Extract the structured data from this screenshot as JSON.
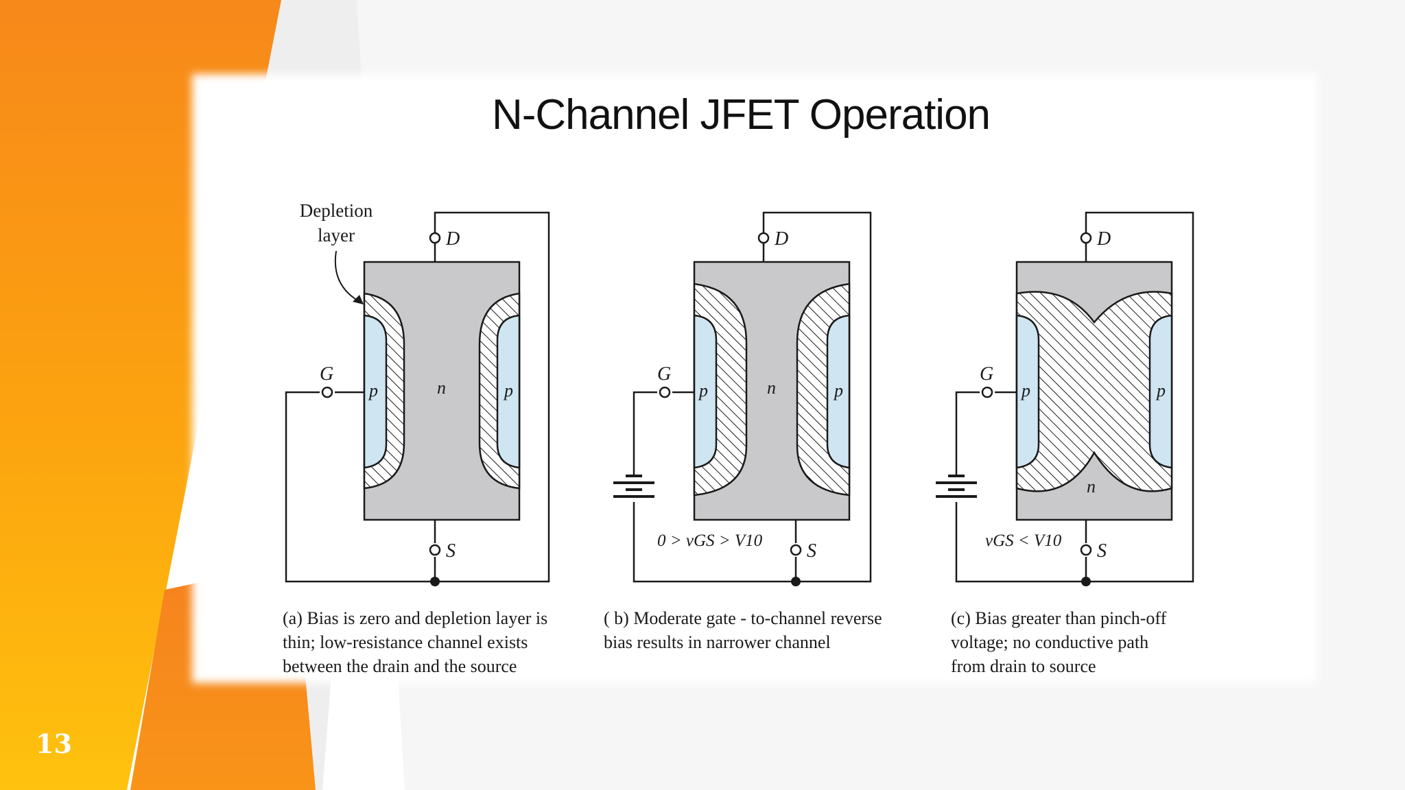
{
  "page_number": "13",
  "title": "N-Channel JFET Operation",
  "annotation": {
    "line1": "Depletion",
    "line2": "layer"
  },
  "panels": [
    {
      "terminal_d": "D",
      "terminal_g": "G",
      "terminal_s": "S",
      "region_p_left": "p",
      "region_n": "n",
      "region_p_right": "p",
      "bias_label": "",
      "caption": [
        "(a) Bias is zero and depletion layer is",
        "thin; low-resistance channel exists",
        "between the drain and the source"
      ]
    },
    {
      "terminal_d": "D",
      "terminal_g": "G",
      "terminal_s": "S",
      "region_p_left": "p",
      "region_n": "n",
      "region_p_right": "p",
      "bias_label": "0 > vGS > V10",
      "caption": [
        "( b) Moderate gate - to-channel reverse",
        " bias results in narrower channel"
      ]
    },
    {
      "terminal_d": "D",
      "terminal_g": "G",
      "terminal_s": "S",
      "region_p_left": "p",
      "region_n": "n",
      "region_p_right": "p",
      "bias_label": "vGS < V10",
      "caption": [
        "(c) Bias greater than pinch-off",
        "voltage; no conductive path",
        "from drain to source"
      ]
    }
  ],
  "colors": {
    "orange": "#f7931e",
    "yellow": "#ffc20e",
    "channel_gray": "#c9c9cb",
    "p_region_blue": "#cfe6f2",
    "ink": "#1a1a1a"
  }
}
